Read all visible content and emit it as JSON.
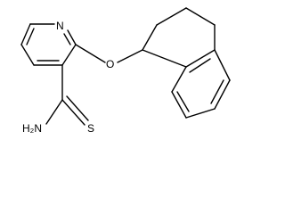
{
  "molecule": {
    "atom_labels": {
      "ring_nitrogen": "N",
      "ether_oxygen": "O",
      "thioamide_sulfur": "S",
      "amine": "H₂N"
    },
    "colors": {
      "bond": "#000000",
      "text": "#000000",
      "background": "#ffffff"
    }
  }
}
